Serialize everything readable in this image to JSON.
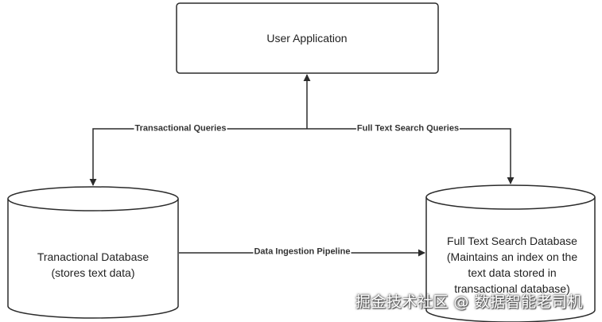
{
  "nodes": {
    "user_app": "User Application",
    "txn_db": [
      "Tranactional Database",
      "(stores text data)"
    ],
    "fts_db": [
      "Full Text Search Database",
      "(Maintains an index on the",
      "text data stored in",
      "transactional database)"
    ]
  },
  "edges": {
    "transactional_queries": "Transactional Queries",
    "full_text_search_queries": "Full Text Search Queries",
    "data_ingestion_pipeline": "Data Ingestion Pipeline"
  },
  "watermark": "掘金技术社区 @ 数据智能老司机",
  "colors": {
    "stroke": "#2b2b2b",
    "background": "#ffffff"
  }
}
